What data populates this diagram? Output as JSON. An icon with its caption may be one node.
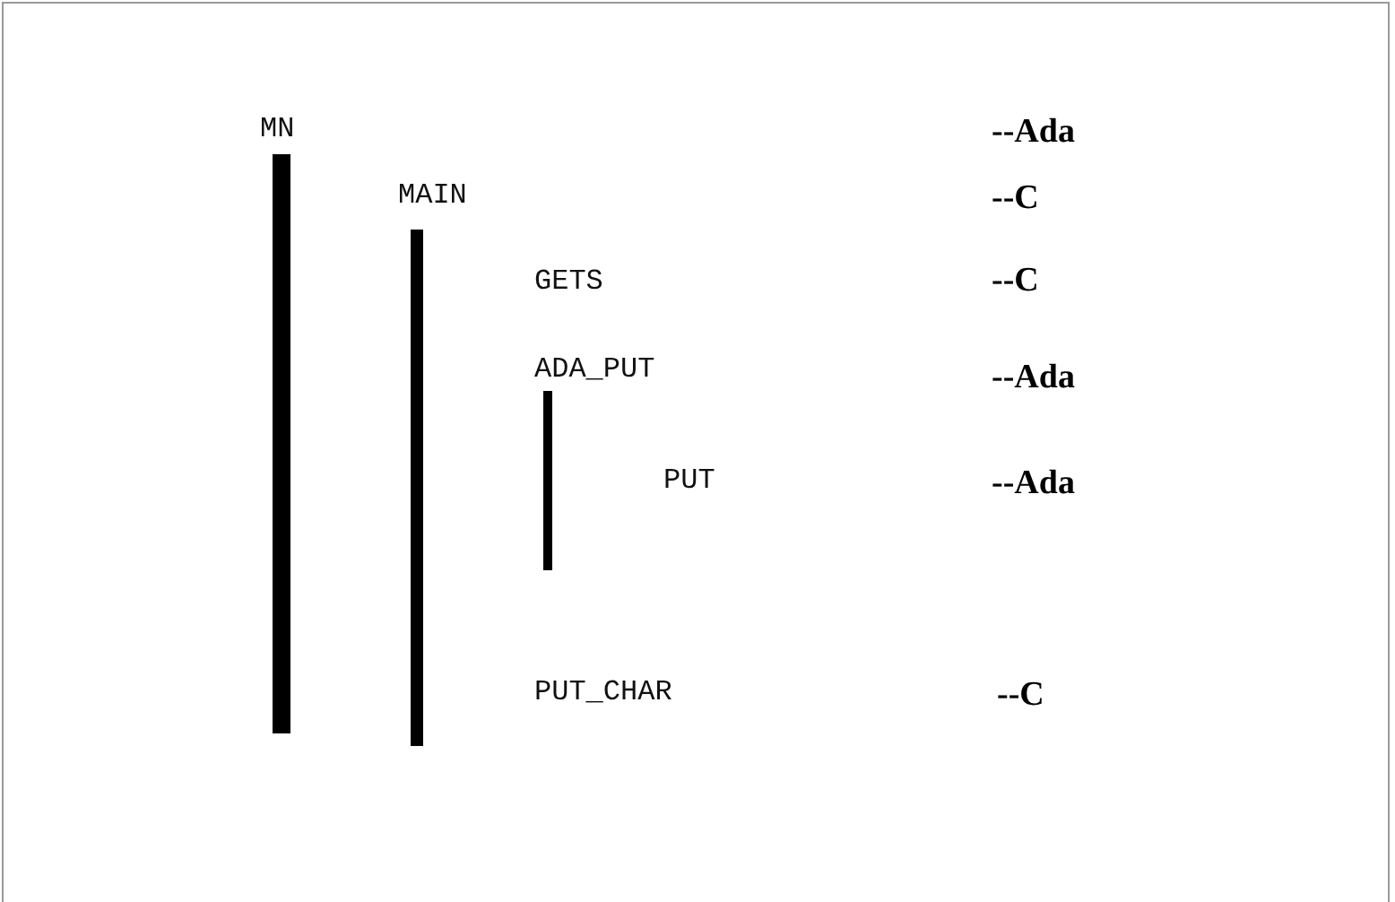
{
  "diagram": {
    "labels": [
      "MN",
      "--Ada",
      "MAIN",
      "--C",
      "GETS",
      "--C",
      "ADA_PUT",
      "--Ada",
      "PUT",
      "--Ada",
      "PUT_CHAR",
      "--C"
    ]
  }
}
